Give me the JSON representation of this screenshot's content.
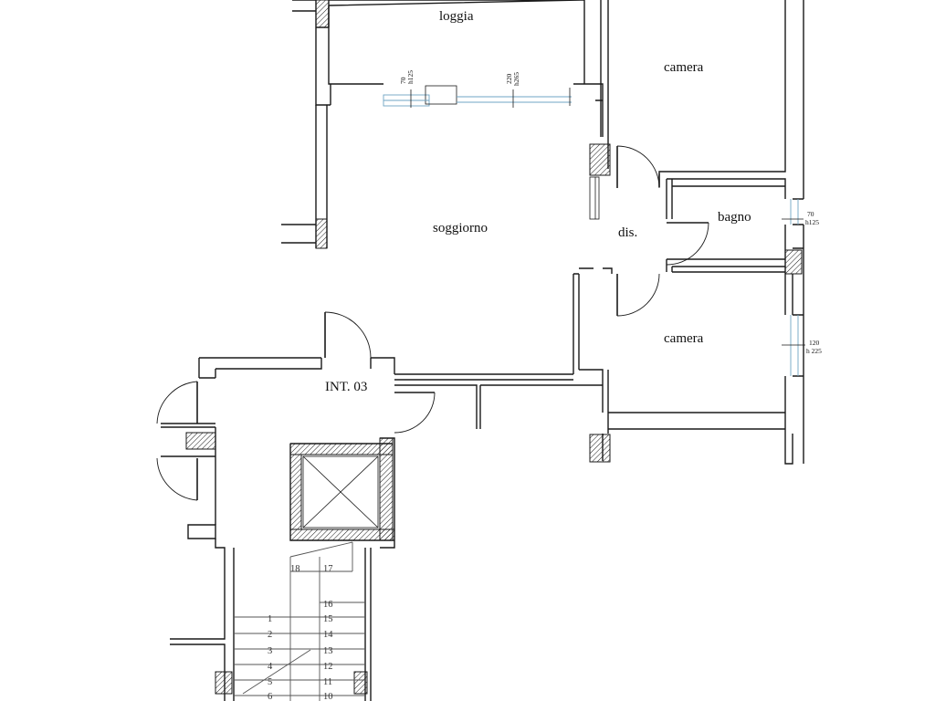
{
  "rooms": {
    "loggia": "loggia",
    "camera_top": "camera",
    "soggiorno": "soggiorno",
    "dis": "dis.",
    "bagno": "bagno",
    "camera_bottom": "camera",
    "int": "INT. 03"
  },
  "windows": {
    "loggia_left": {
      "width": "70",
      "height": "h125"
    },
    "loggia_right": {
      "width": "220",
      "height": "h265"
    },
    "bagno": {
      "width": "70",
      "height": "h125"
    },
    "camera_bottom": {
      "width": "120",
      "height": "h 225"
    }
  },
  "stairs": {
    "left": [
      "1",
      "2",
      "3",
      "4",
      "5",
      "6"
    ],
    "right": [
      "15",
      "14",
      "13",
      "12",
      "11",
      "10"
    ],
    "top_right": [
      "16"
    ],
    "landing": [
      "18",
      "17"
    ]
  },
  "colors": {
    "wall": "#1a1a1a",
    "window": "#6fa6c4",
    "background": "#ffffff"
  }
}
